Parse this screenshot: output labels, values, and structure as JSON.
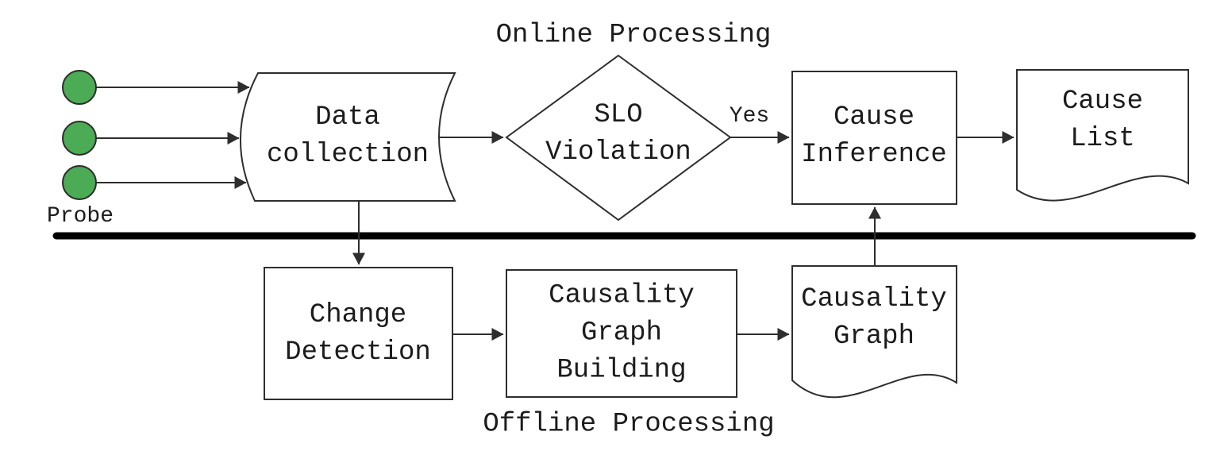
{
  "diagram": {
    "sections": {
      "online_title": "Online Processing",
      "offline_title": "Offline Processing"
    },
    "probe": {
      "label": "Probe"
    },
    "edge_labels": {
      "yes": "Yes"
    },
    "nodes": {
      "data_collection": {
        "type": "stored-data",
        "lines": [
          "Data",
          "collection"
        ]
      },
      "slo_violation": {
        "type": "decision",
        "lines": [
          "SLO",
          "Violation"
        ]
      },
      "cause_inference": {
        "type": "process",
        "lines": [
          "Cause",
          "Inference"
        ]
      },
      "cause_list": {
        "type": "document",
        "lines": [
          "Cause",
          "List"
        ]
      },
      "change_detection": {
        "type": "process",
        "lines": [
          "Change",
          "Detection"
        ]
      },
      "causality_graph_building": {
        "type": "process",
        "lines": [
          "Causality",
          "Graph",
          "Building"
        ]
      },
      "causality_graph": {
        "type": "document",
        "lines": [
          "Causality",
          "Graph"
        ]
      }
    },
    "colors": {
      "probe_fill": "#4cab55",
      "probe_stroke": "#2c2c2c",
      "line": "#2e2e2e",
      "divider": "#000000",
      "background": "#ffffff"
    }
  }
}
